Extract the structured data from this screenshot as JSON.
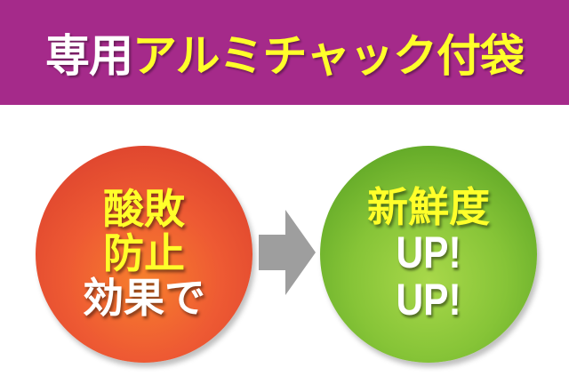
{
  "banner": {
    "title_white": "専用",
    "title_yellow": "アルミチャック付袋",
    "background_color": "#a52a8a",
    "highlight_color": "#ffff2a"
  },
  "left_circle": {
    "line1": "酸敗",
    "line2": "防止",
    "line3": "効果で",
    "color": "#ee5a33"
  },
  "arrow": {
    "icon": "arrow-right-icon",
    "color": "#9e9e9e"
  },
  "right_circle": {
    "line1": "新鮮度",
    "line2": "UP!",
    "line3": "UP!",
    "color": "#86c437"
  }
}
